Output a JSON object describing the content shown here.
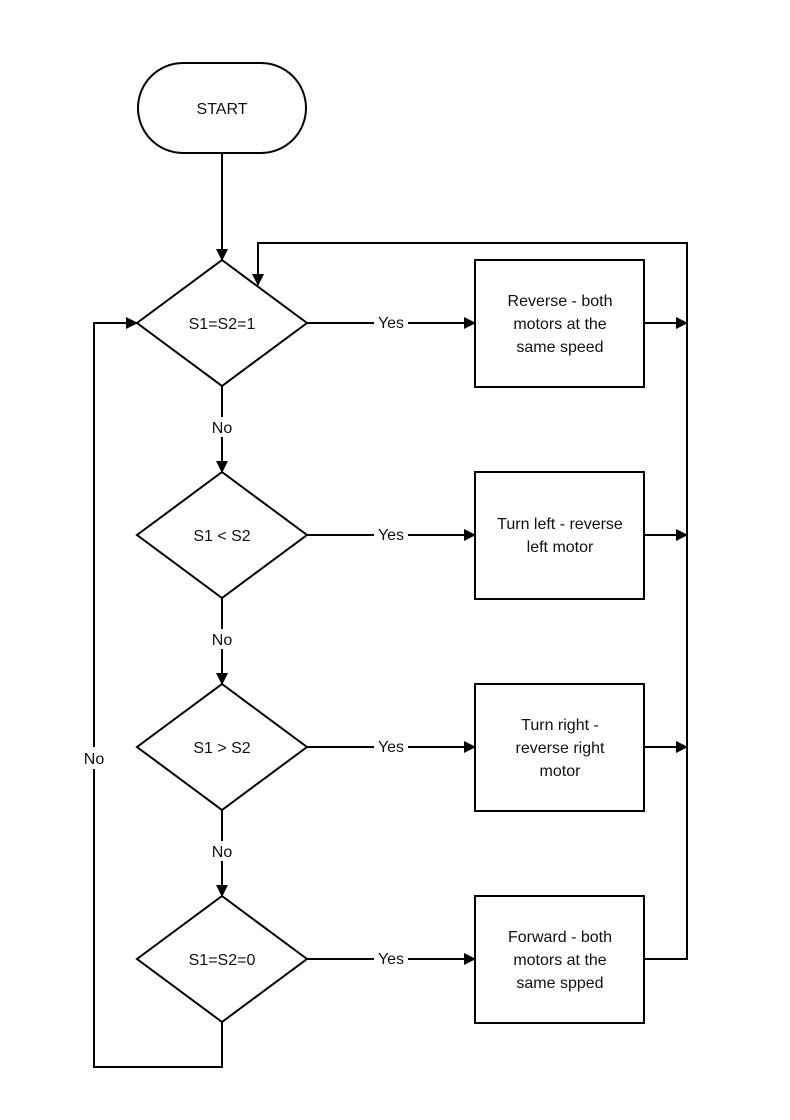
{
  "flowchart": {
    "start": {
      "label": "START"
    },
    "decisions": [
      {
        "label": "S1=S2=1"
      },
      {
        "label": "S1 < S2"
      },
      {
        "label": "S1 > S2"
      },
      {
        "label": "S1=S2=0"
      }
    ],
    "actions": [
      {
        "lines": [
          "Reverse - both",
          "motors at the",
          "same speed"
        ]
      },
      {
        "lines": [
          "Turn left - reverse",
          "left motor"
        ]
      },
      {
        "lines": [
          "Turn right -",
          "reverse right",
          "motor"
        ]
      },
      {
        "lines": [
          "Forward - both",
          "motors at the",
          "same spped"
        ]
      }
    ],
    "edge_labels": {
      "yes": [
        "Yes",
        "Yes",
        "Yes",
        "Yes"
      ],
      "no_down": [
        "No",
        "No",
        "No"
      ],
      "no_loop": "No"
    }
  }
}
